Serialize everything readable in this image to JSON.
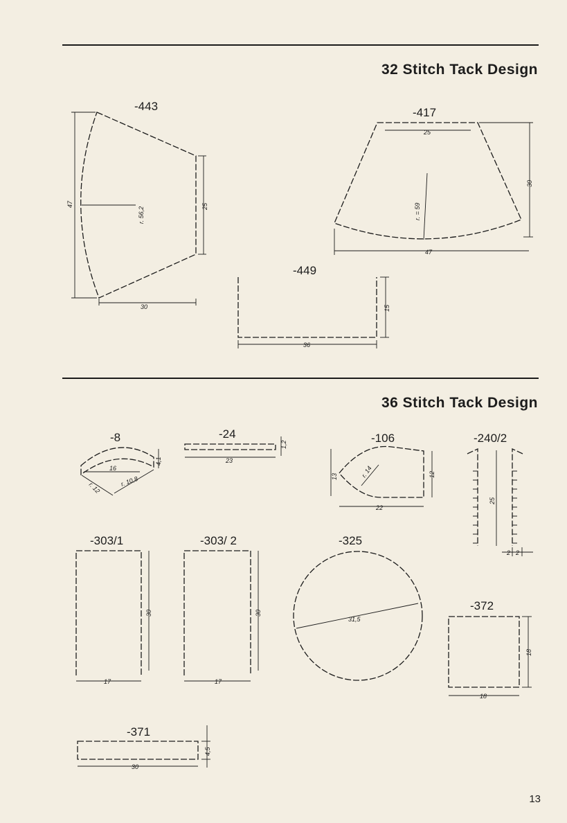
{
  "sections": [
    {
      "title": "32 Stitch Tack Design"
    },
    {
      "title": "36 Stitch Tack Design"
    }
  ],
  "patterns": [
    {
      "id": "443",
      "label": "-443",
      "dims": [
        "47",
        "r. 56,2",
        "25",
        "30"
      ]
    },
    {
      "id": "417",
      "label": "-417",
      "dims": [
        "25",
        "30",
        "r. = 59",
        "47"
      ]
    },
    {
      "id": "449",
      "label": "-449",
      "dims": [
        "15",
        "36"
      ]
    },
    {
      "id": "8",
      "label": "-8",
      "dims": [
        "16",
        "4,1",
        "r. 12",
        "r. 10,8"
      ]
    },
    {
      "id": "24",
      "label": "-24",
      "dims": [
        "23",
        "1,2"
      ]
    },
    {
      "id": "106",
      "label": "-106",
      "dims": [
        "13",
        "r. 14",
        "12",
        "22"
      ]
    },
    {
      "id": "240_2",
      "label": "-240/2",
      "dims": [
        "25",
        "2",
        "2"
      ]
    },
    {
      "id": "303_1",
      "label": "-303/1",
      "dims": [
        "30",
        "17"
      ]
    },
    {
      "id": "303_2",
      "label": "-303/ 2",
      "dims": [
        "30",
        "17"
      ]
    },
    {
      "id": "325",
      "label": "-325",
      "dims": [
        "31,5"
      ]
    },
    {
      "id": "372",
      "label": "-372",
      "dims": [
        "18",
        "18"
      ]
    },
    {
      "id": "371",
      "label": "-371",
      "dims": [
        "4,5",
        "30"
      ]
    }
  ],
  "page_number": "13"
}
